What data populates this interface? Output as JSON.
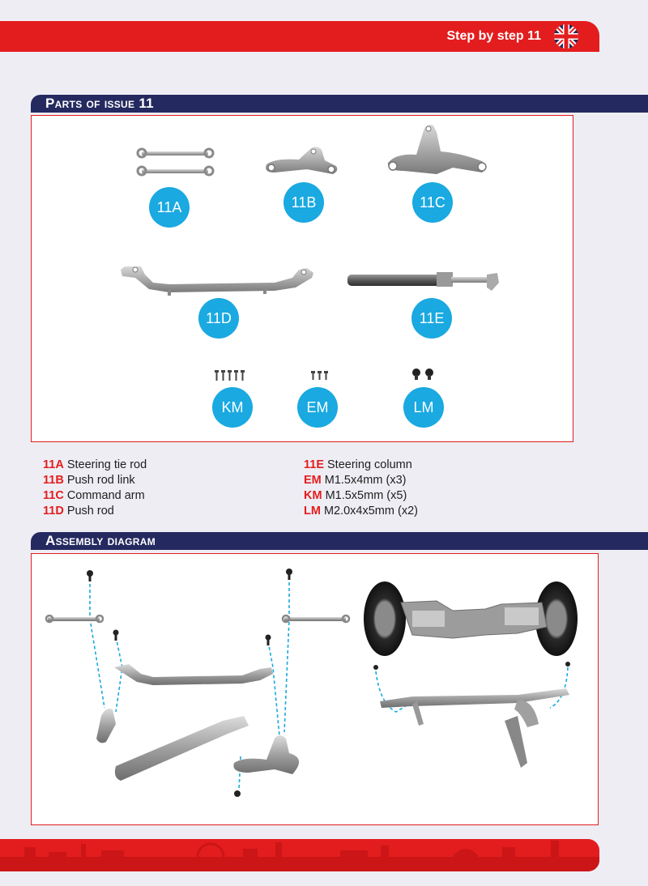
{
  "header": {
    "title": "Step by step 11",
    "flag_icon": "uk-flag-icon"
  },
  "parts": {
    "title": "Parts of issue 11",
    "badges": {
      "a": "11A",
      "b": "11B",
      "c": "11C",
      "d": "11D",
      "e": "11E",
      "km": "KM",
      "em": "EM",
      "lm": "LM"
    }
  },
  "legend": {
    "left": [
      {
        "code": "11A",
        "name": "Steering tie rod"
      },
      {
        "code": "11B",
        "name": "Push rod link"
      },
      {
        "code": "11C",
        "name": "Command arm"
      },
      {
        "code": "11D",
        "name": "Push rod"
      }
    ],
    "right": [
      {
        "code": "11E",
        "name": "Steering column"
      },
      {
        "code": "EM",
        "name": "M1.5x4mm (x3)"
      },
      {
        "code": "KM",
        "name": "M1.5x5mm (x5)"
      },
      {
        "code": "LM",
        "name": "M2.0x4x5mm (x2)"
      }
    ]
  },
  "assembly": {
    "title": "Assembly diagram"
  },
  "colors": {
    "red": "#e31d1e",
    "navy": "#24295f",
    "blue": "#1aa9e0"
  }
}
